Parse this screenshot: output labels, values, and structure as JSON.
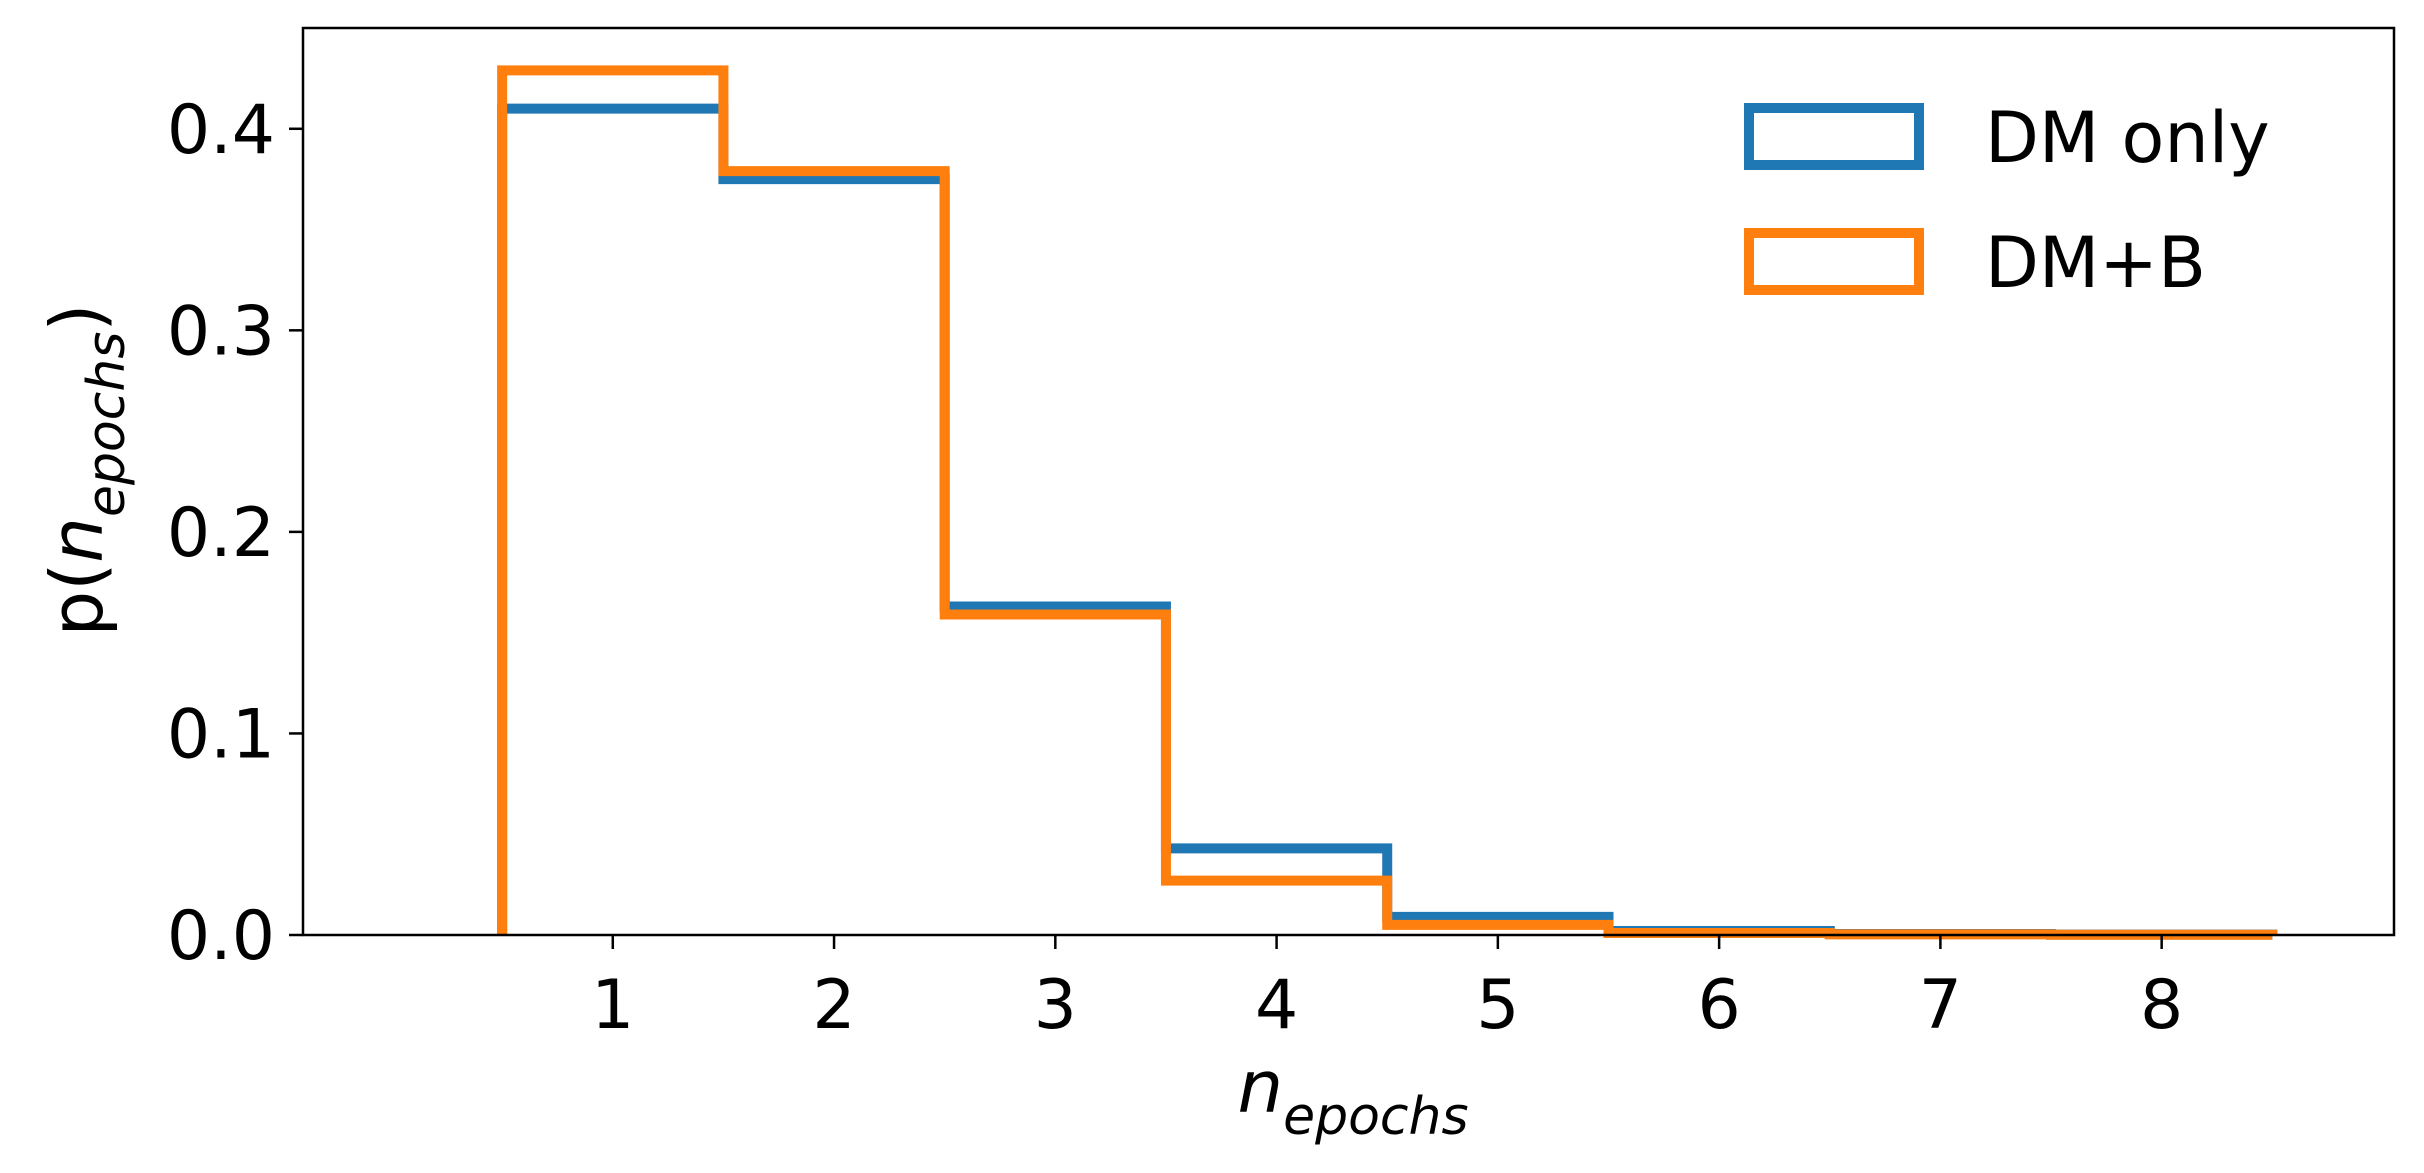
{
  "chart_data": {
    "type": "histogram-step",
    "bin_edges": [
      0.5,
      1.5,
      2.5,
      3.5,
      4.5,
      5.5,
      6.5,
      7.5,
      8.5
    ],
    "bin_centers": [
      1,
      2,
      3,
      4,
      5,
      6,
      7,
      8
    ],
    "series": [
      {
        "name": "DM only",
        "color": "#1f77b4",
        "values": [
          0.41,
          0.375,
          0.163,
          0.043,
          0.009,
          0.002,
          0.0005,
          0.0002
        ]
      },
      {
        "name": "DM+B",
        "color": "#ff7f0e",
        "values": [
          0.429,
          0.379,
          0.159,
          0.027,
          0.005,
          0.001,
          0.0003,
          0.0001
        ]
      }
    ],
    "xlabel": {
      "base": "n",
      "sub": "epochs"
    },
    "ylabel": {
      "prefix": "p(",
      "base": "n",
      "sub": "epochs",
      "suffix": ")"
    },
    "xlim": [
      -0.4,
      9.05
    ],
    "ylim": [
      0.0,
      0.45
    ],
    "xticks": [
      "1",
      "2",
      "3",
      "4",
      "5",
      "6",
      "7",
      "8"
    ],
    "xtick_values": [
      1,
      2,
      3,
      4,
      5,
      6,
      7,
      8
    ],
    "yticks": [
      "0.0",
      "0.1",
      "0.2",
      "0.3",
      "0.4"
    ],
    "ytick_values": [
      0.0,
      0.1,
      0.2,
      0.3,
      0.4
    ],
    "grid": false,
    "legend_position": "top-right"
  }
}
